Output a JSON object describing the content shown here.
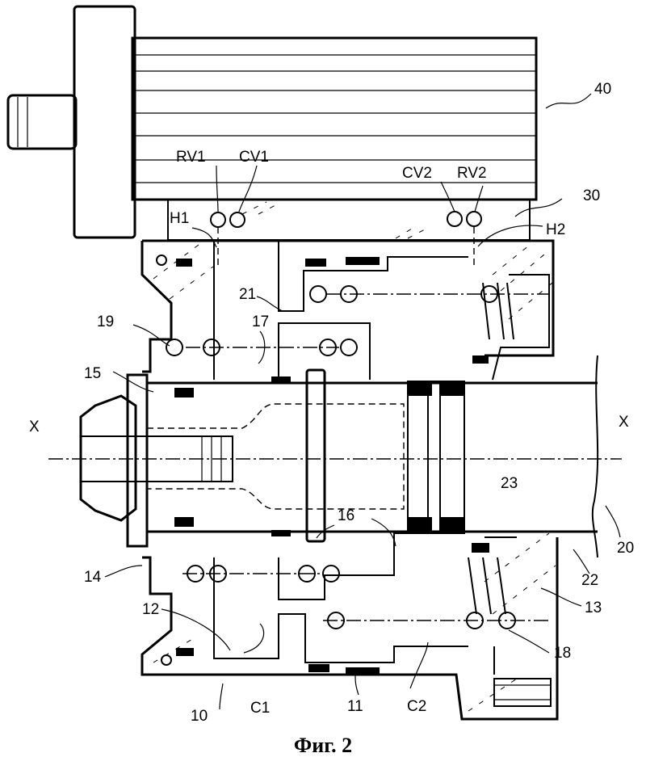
{
  "figure": {
    "caption": "Фиг. 2",
    "labels": {
      "n40": "40",
      "n30": "30",
      "rv1": "RV1",
      "cv1": "CV1",
      "cv2": "CV2",
      "rv2": "RV2",
      "h1": "H1",
      "h2": "H2",
      "n21": "21",
      "n19": "19",
      "n17": "17",
      "n15": "15",
      "x_left": "X",
      "x_right": "X",
      "n23": "23",
      "n16": "16",
      "n20": "20",
      "n22": "22",
      "n14": "14",
      "n12": "12",
      "n13": "13",
      "n18": "18",
      "n10": "10",
      "c1": "C1",
      "n11": "11",
      "c2": "C2"
    }
  }
}
